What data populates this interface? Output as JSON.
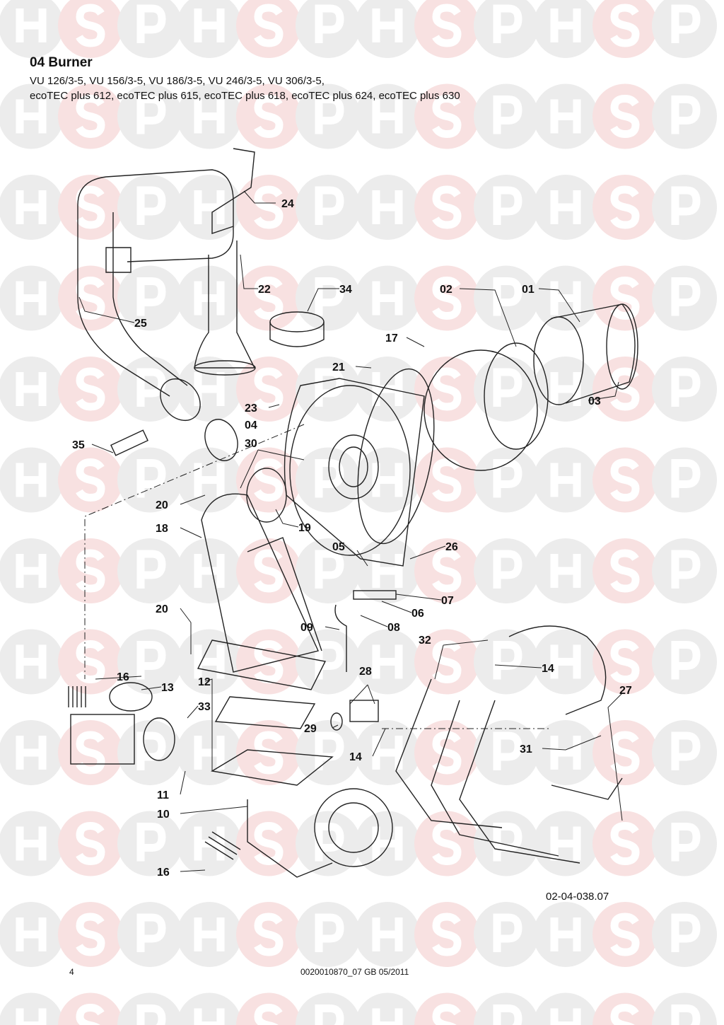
{
  "watermark": {
    "letters": [
      "H",
      "S",
      "P"
    ],
    "colors": {
      "gray": "#ececec",
      "pink": "#f8e1e1"
    }
  },
  "header": {
    "title": "04 Burner",
    "models_line1": "VU 126/3-5, VU 156/3-5, VU 186/3-5, VU 246/3-5, VU 306/3-5,",
    "models_line2": "ecoTEC plus 612, ecoTEC plus 615, ecoTEC plus 618, ecoTEC plus 624, ecoTEC plus 630"
  },
  "labels": [
    "24",
    "22",
    "34",
    "02",
    "01",
    "25",
    "17",
    "21",
    "03",
    "23",
    "04",
    "35",
    "30",
    "20",
    "18",
    "19",
    "05",
    "26",
    "07",
    "06",
    "20",
    "09",
    "08",
    "32",
    "14",
    "28",
    "16",
    "13",
    "12",
    "27",
    "33",
    "29",
    "31",
    "14",
    "11",
    "10",
    "16"
  ],
  "diagram_ref": "02-04-038.07",
  "footer": {
    "page": "4",
    "doc": "0020010870_07 GB 05/2011"
  }
}
